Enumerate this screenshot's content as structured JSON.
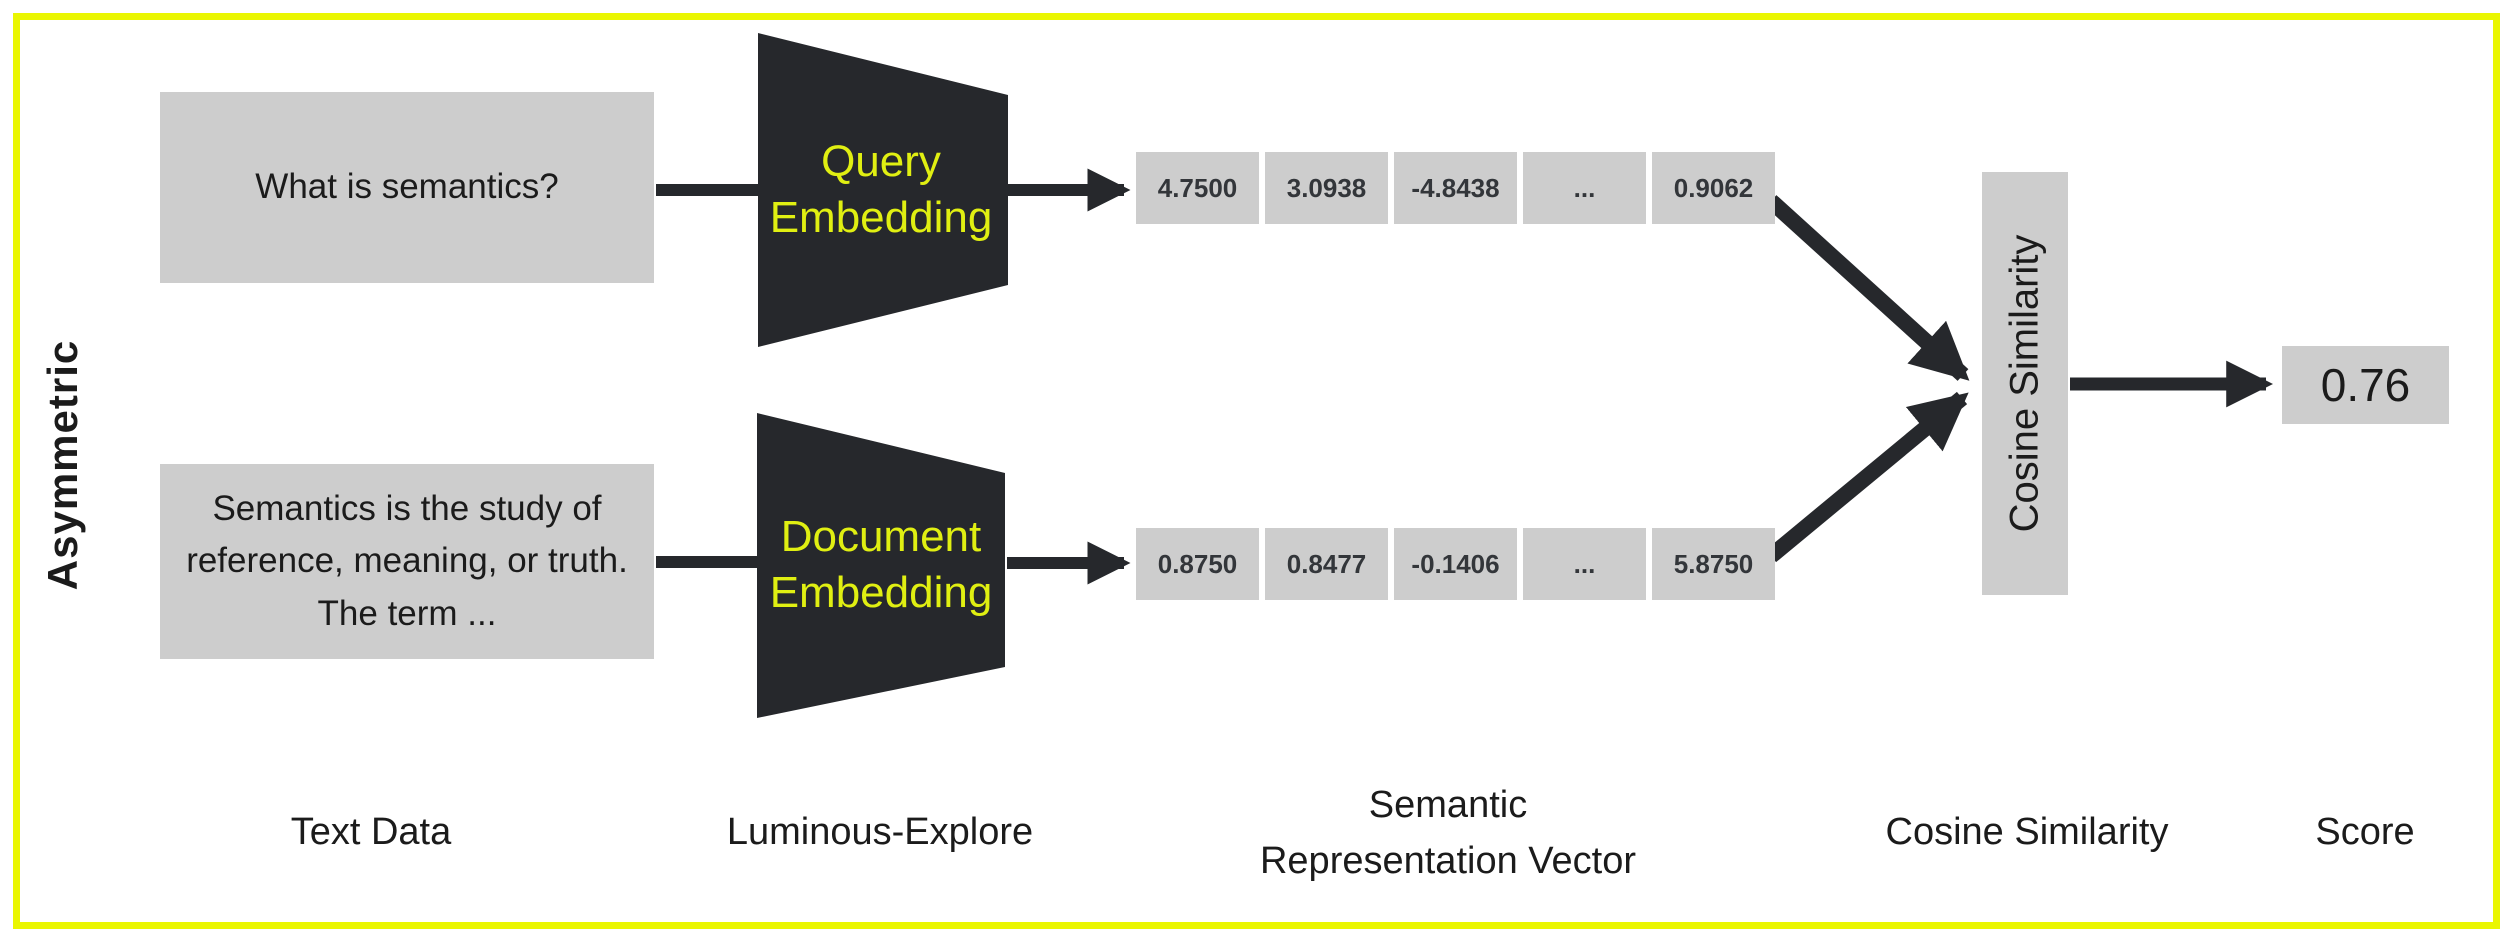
{
  "colors": {
    "background": "#ffffff",
    "frame_yellow": "#eaf602",
    "accent_yellow": "#e0ef12",
    "shape_dark": "#26282c",
    "box_gray": "#cdcdcd",
    "text_primary": "#1b1b1b",
    "vector_text": "#33363a"
  },
  "diagram": {
    "side_label": "Asymmetric",
    "rows": [
      {
        "input_text": "What is semantics?",
        "encoder_lines": [
          "Query",
          "Embedding"
        ],
        "vector": [
          "4.7500",
          "3.0938",
          "-4.8438",
          "...",
          "0.9062"
        ]
      },
      {
        "input_text": "Semantics is the study of reference, meaning, or truth. The term ...",
        "encoder_lines": [
          "Document",
          "Embedding"
        ],
        "vector": [
          "0.8750",
          "0.8477",
          "-0.1406",
          "...",
          "5.8750"
        ]
      }
    ],
    "similarity_label": "Cosine Similarity",
    "score": "0.76",
    "footer": {
      "text_data": "Text Data",
      "model": "Luminous-Explore",
      "vector_line1": "Semantic",
      "vector_line2": "Representation Vector",
      "similarity": "Cosine Similarity",
      "score": "Score"
    }
  }
}
